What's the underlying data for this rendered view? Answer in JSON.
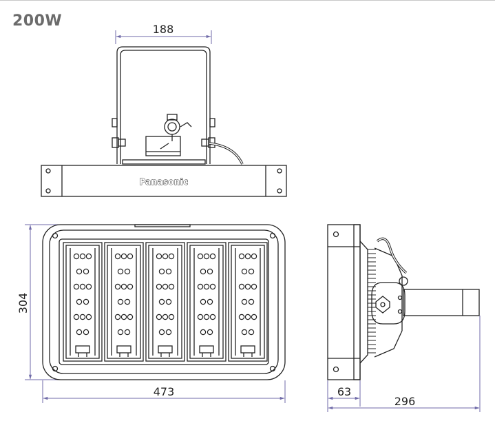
{
  "title": "200W",
  "brand": "Panasonic",
  "dimensions": {
    "top_width": "188",
    "front_height": "304",
    "front_width": "473",
    "side_depth": "63",
    "side_total": "296"
  },
  "colors": {
    "line": "#222222",
    "dimension": "#6f6aa8",
    "title": "#6b6b6b"
  }
}
